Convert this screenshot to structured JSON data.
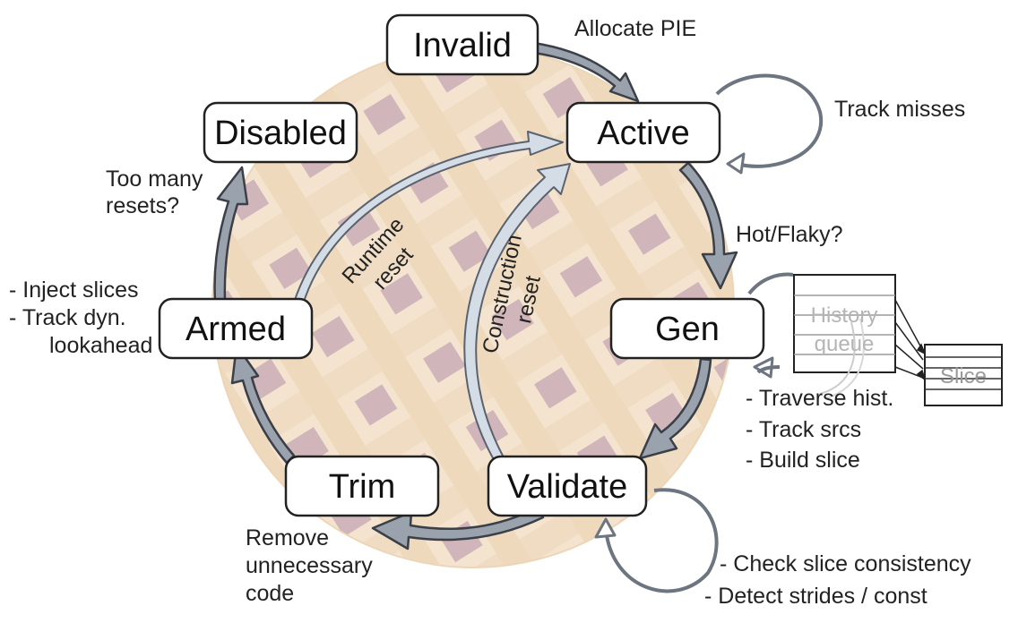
{
  "states": {
    "invalid": "Invalid",
    "active": "Active",
    "disabled": "Disabled",
    "gen": "Gen",
    "armed": "Armed",
    "trim": "Trim",
    "validate": "Validate"
  },
  "transitions": {
    "allocate": "Allocate PIE",
    "track_misses": "Track misses",
    "hot_flaky": "Hot/Flaky?",
    "too_many_resets": [
      "Too many",
      "resets?"
    ],
    "remove_code": [
      "Remove",
      "unnecessary",
      "code"
    ]
  },
  "resets": {
    "runtime": [
      "Runtime",
      "reset"
    ],
    "construction": [
      "Construction",
      "reset"
    ]
  },
  "armed_notes": [
    "- Inject slices",
    "- Track dyn.",
    "lookahead"
  ],
  "gen_notes": [
    "- Traverse hist.",
    "- Track srcs",
    "- Build slice"
  ],
  "validate_notes": [
    "- Check slice consistency",
    "- Detect strides / const"
  ],
  "history_queue": [
    "History",
    "queue"
  ],
  "slice_label": "Slice",
  "colors": {
    "main_arrow_fill": "#9aa2ae",
    "main_arrow_stroke": "#3b3f47",
    "reset_arrow_fill": "#d4dde6",
    "reset_arrow_stroke": "#5a6270",
    "pie_crust": "#e3c39a",
    "pie_filling": "#7d4f63"
  }
}
